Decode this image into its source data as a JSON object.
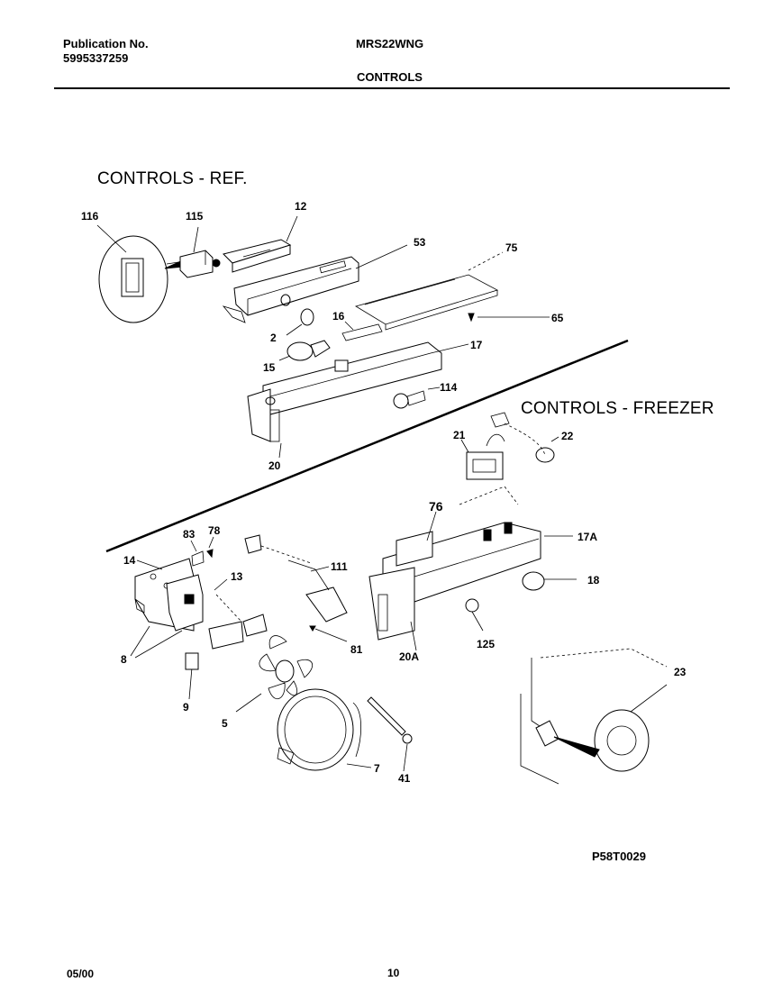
{
  "header": {
    "publication_label": "Publication No.",
    "publication_number": "5995337259",
    "model": "MRS22WNG",
    "section": "CONTROLS"
  },
  "diagram": {
    "title_ref": "CONTROLS - REF.",
    "title_freezer": "CONTROLS - FREEZER",
    "figure_code": "P58T0029",
    "callouts": {
      "c116": "116",
      "c115": "115",
      "c12": "12",
      "c53": "53",
      "c75": "75",
      "c65": "65",
      "c16": "16",
      "c2": "2",
      "c17": "17",
      "c15": "15",
      "c114": "114",
      "c20": "20",
      "c21": "21",
      "c22": "22",
      "c76a": "76",
      "c17a": "17A",
      "c18": "18",
      "c83": "83",
      "c78": "78",
      "c14": "14",
      "c13": "13",
      "c111": "111",
      "c8": "8",
      "c81": "81",
      "c20a": "20A",
      "c125": "125",
      "c23": "23",
      "c9": "9",
      "c5": "5",
      "c7": "7",
      "c41": "41"
    }
  },
  "footer": {
    "date": "05/00",
    "page": "10"
  }
}
